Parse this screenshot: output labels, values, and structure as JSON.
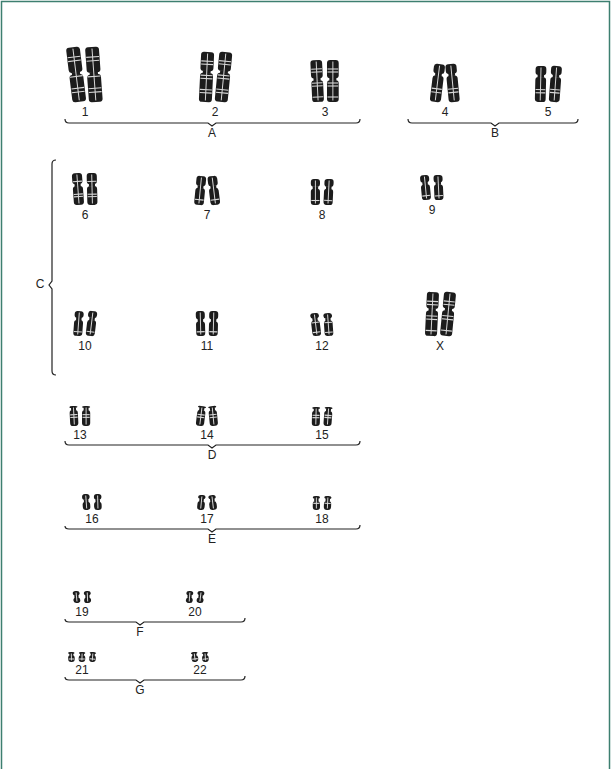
{
  "diagram": {
    "labels": [
      "1",
      "2",
      "3",
      "A",
      "4",
      "5",
      "B",
      "6",
      "7",
      "8",
      "9",
      "C",
      "10",
      "11",
      "12",
      "X",
      "13",
      "14",
      "15",
      "D",
      "16",
      "17",
      "18",
      "E",
      "19",
      "20",
      "F",
      "21",
      "22",
      "G"
    ]
  }
}
